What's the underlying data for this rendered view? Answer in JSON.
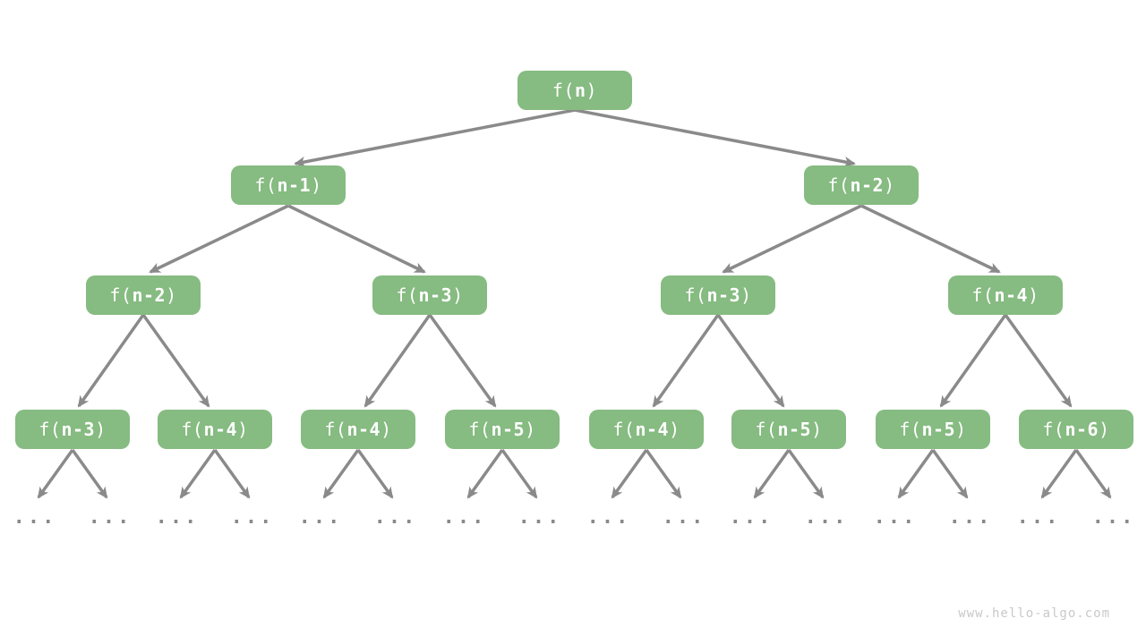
{
  "diagram": {
    "type": "recursion-tree",
    "ellipsis": "...",
    "watermark": "www.hello-algo.com",
    "colors": {
      "node_fill": "#86bb81",
      "node_text": "#ffffff",
      "arrow": "#8a8a8a",
      "ellipsis_dots": "#8a8a8a",
      "watermark": "#c9c9c9",
      "background": "#ffffff"
    },
    "nodes": [
      {
        "label": "f(n)",
        "pre": "f(",
        "arg": "n",
        "post": ")"
      },
      {
        "label": "f(n-1)",
        "pre": "f(",
        "arg": "n-1",
        "post": ")"
      },
      {
        "label": "f(n-2)",
        "pre": "f(",
        "arg": "n-2",
        "post": ")"
      },
      {
        "label": "f(n-2)",
        "pre": "f(",
        "arg": "n-2",
        "post": ")"
      },
      {
        "label": "f(n-3)",
        "pre": "f(",
        "arg": "n-3",
        "post": ")"
      },
      {
        "label": "f(n-3)",
        "pre": "f(",
        "arg": "n-3",
        "post": ")"
      },
      {
        "label": "f(n-4)",
        "pre": "f(",
        "arg": "n-4",
        "post": ")"
      },
      {
        "label": "f(n-3)",
        "pre": "f(",
        "arg": "n-3",
        "post": ")"
      },
      {
        "label": "f(n-4)",
        "pre": "f(",
        "arg": "n-4",
        "post": ")"
      },
      {
        "label": "f(n-4)",
        "pre": "f(",
        "arg": "n-4",
        "post": ")"
      },
      {
        "label": "f(n-5)",
        "pre": "f(",
        "arg": "n-5",
        "post": ")"
      },
      {
        "label": "f(n-4)",
        "pre": "f(",
        "arg": "n-4",
        "post": ")"
      },
      {
        "label": "f(n-5)",
        "pre": "f(",
        "arg": "n-5",
        "post": ")"
      },
      {
        "label": "f(n-5)",
        "pre": "f(",
        "arg": "n-5",
        "post": ")"
      },
      {
        "label": "f(n-6)",
        "pre": "f(",
        "arg": "n-6",
        "post": ")"
      }
    ]
  }
}
